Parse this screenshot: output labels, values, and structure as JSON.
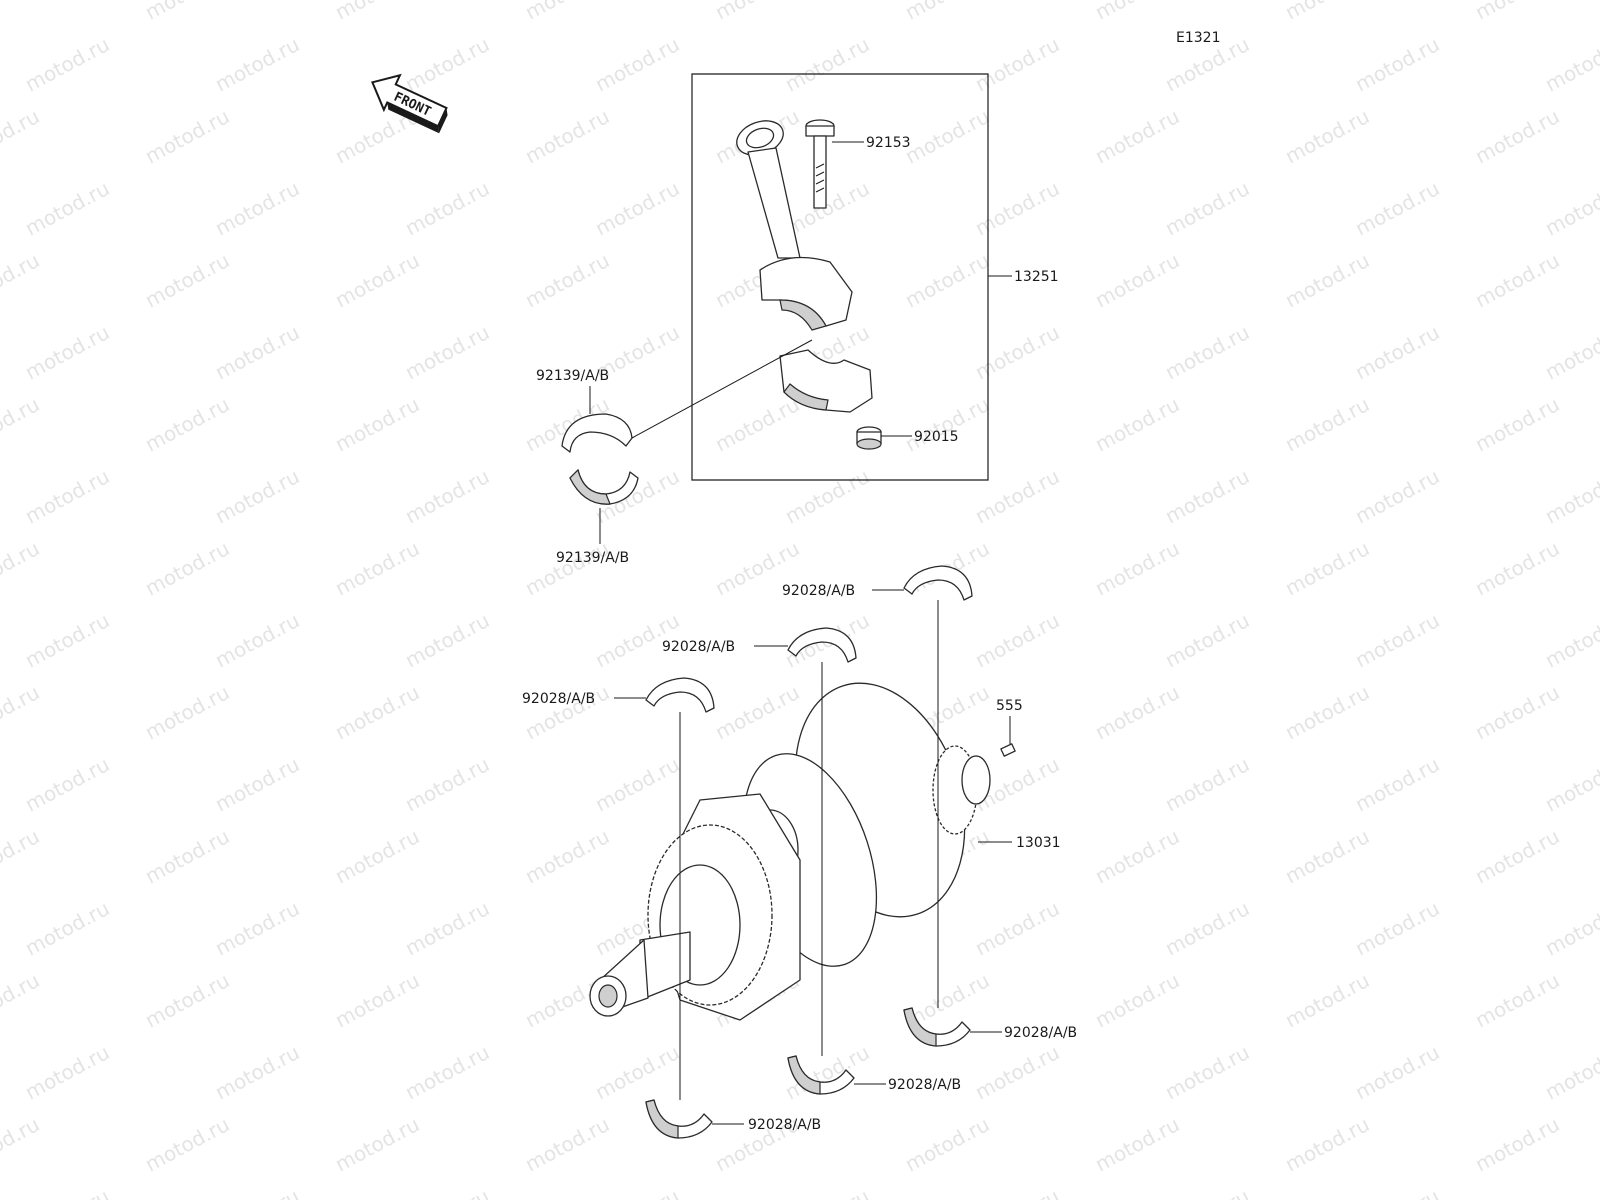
{
  "diagram_code": "E1321",
  "front_arrow_text": "FRONT",
  "watermark_text": "motod.ru",
  "labels": {
    "p92153": "92153",
    "p13251": "13251",
    "p92139_top": "92139/A/B",
    "p92139_bottom": "92139/A/B",
    "p92015": "92015",
    "p92028_1": "92028/A/B",
    "p92028_2": "92028/A/B",
    "p92028_3": "92028/A/B",
    "p555": "555",
    "p13031": "13031",
    "p92028_4": "92028/A/B",
    "p92028_5": "92028/A/B",
    "p92028_6": "92028/A/B"
  }
}
